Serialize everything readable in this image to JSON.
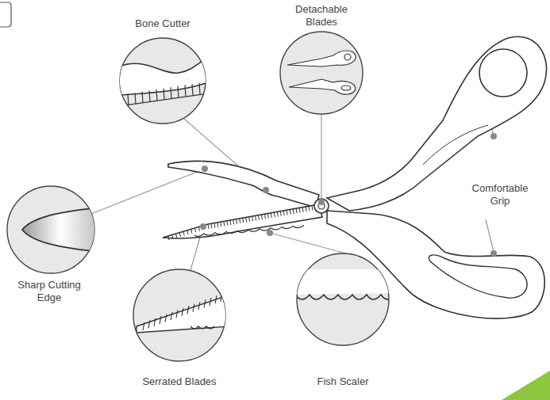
{
  "diagram": {
    "labels": [
      "Bone Cutter",
      "Detachable Blades",
      "Comfortable Grip",
      "Sharp Cutting Edge",
      "Serrated Blades",
      "Fish Scaler"
    ]
  }
}
